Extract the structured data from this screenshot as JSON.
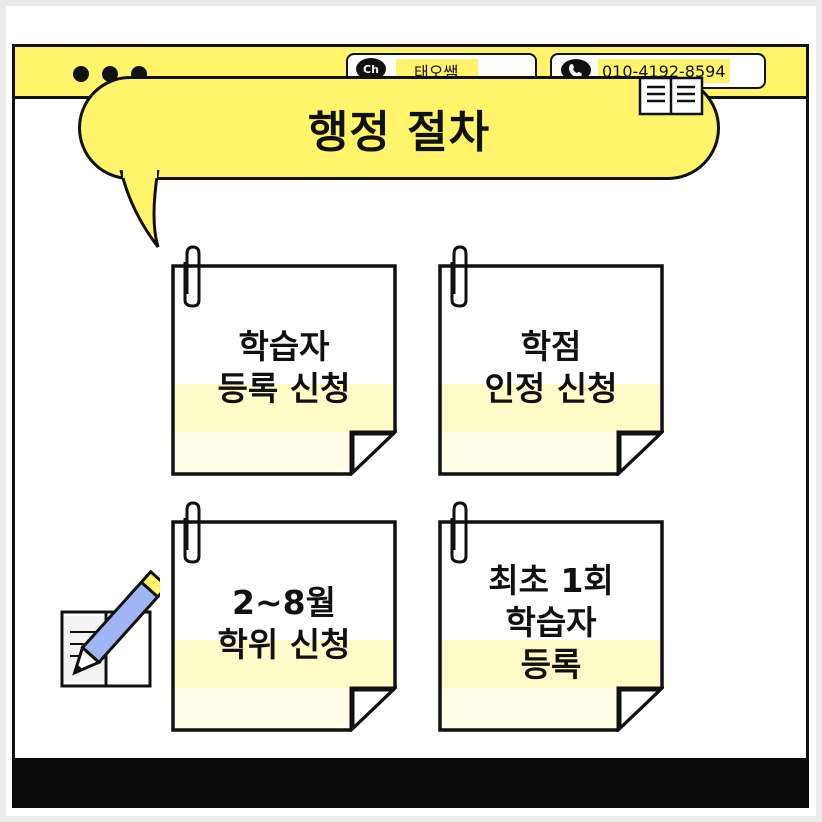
{
  "header": {
    "channel_badge": "Ch",
    "channel_name": "태오쌤",
    "phone": "010-4192-8594"
  },
  "title": "행정 절차",
  "steps": [
    {
      "lines": [
        "학습자",
        "등록 신청"
      ]
    },
    {
      "lines": [
        "학점",
        "인정 신청"
      ]
    },
    {
      "lines": [
        "2~8월",
        "학위 신청"
      ]
    },
    {
      "lines": [
        "최초 1회",
        "학습자",
        "등록"
      ]
    }
  ],
  "colors": {
    "accent_yellow": "#fff46a",
    "note_fill": "#fffde6",
    "outline": "#111111",
    "footer": "#0b0b0b"
  },
  "icons": [
    "kakao-channel-icon",
    "phone-icon",
    "book-icon",
    "paperclip-icon",
    "notebook-pencil-icon"
  ]
}
